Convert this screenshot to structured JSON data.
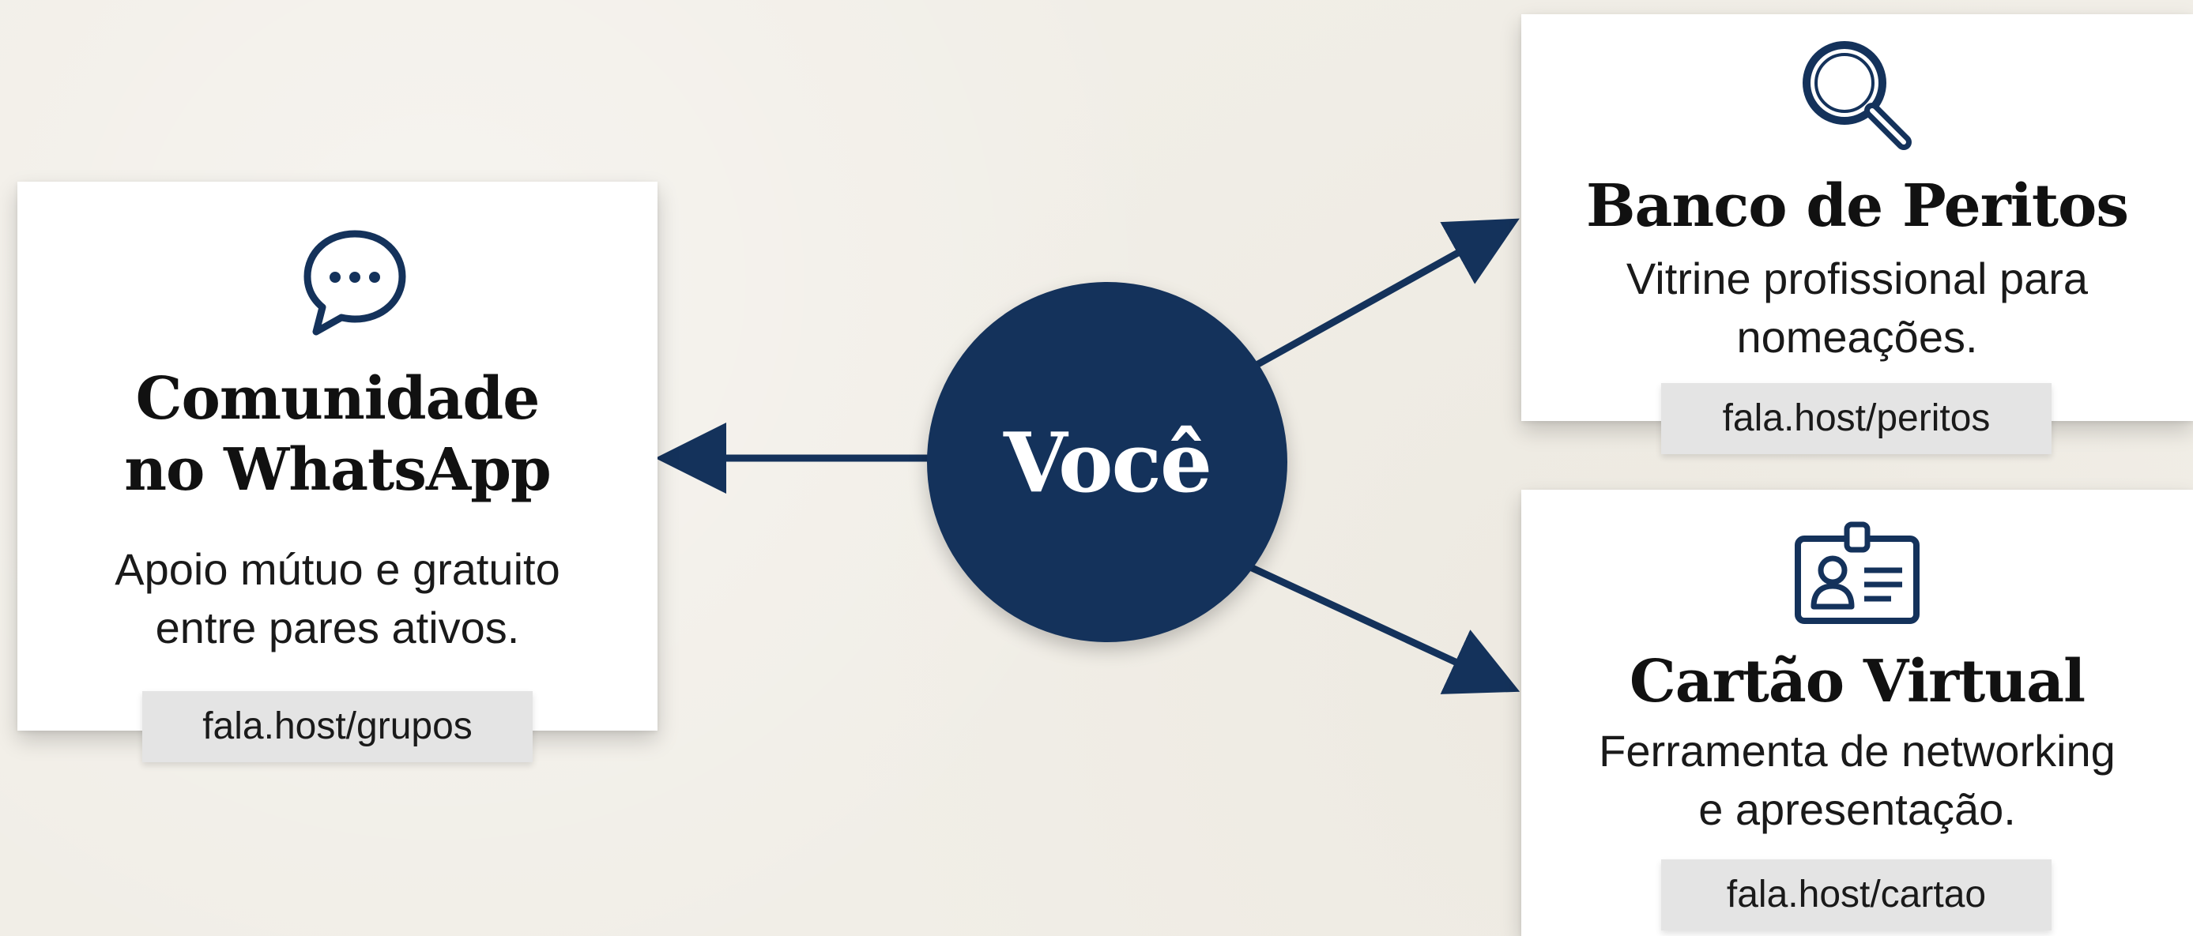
{
  "center": {
    "label": "Você",
    "color": "#14325b"
  },
  "cards": {
    "whatsapp": {
      "icon": "chat-bubble-icon",
      "title_line1": "Comunidade",
      "title_line2": "no WhatsApp",
      "desc_line1": "Apoio mútuo e gratuito",
      "desc_line2": "entre pares ativos.",
      "url": "fala.host/grupos"
    },
    "peritos": {
      "icon": "magnifier-icon",
      "title": "Banco de Peritos",
      "desc_line1": "Vitrine profissional para",
      "desc_line2": "nomeações.",
      "url": "fala.host/peritos"
    },
    "cartao": {
      "icon": "id-badge-icon",
      "title": "Cartão Virtual",
      "desc_line1": "Ferramenta de networking",
      "desc_line2": "e apresentação.",
      "url": "fala.host/cartao"
    }
  },
  "colors": {
    "accent": "#14325b",
    "background": "#f1eee7"
  }
}
